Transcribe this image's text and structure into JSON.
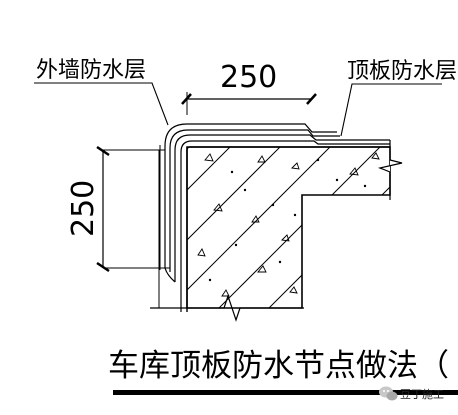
{
  "labels": {
    "wall_waterproof": "外墙防水层",
    "roof_waterproof": "顶板防水层"
  },
  "dimensions": {
    "horizontal": "250",
    "vertical": "250"
  },
  "title": "车库顶板防水节点做法（",
  "watermark": {
    "icon": "wechat-bubble-icon",
    "text": "豆丁施工"
  }
}
